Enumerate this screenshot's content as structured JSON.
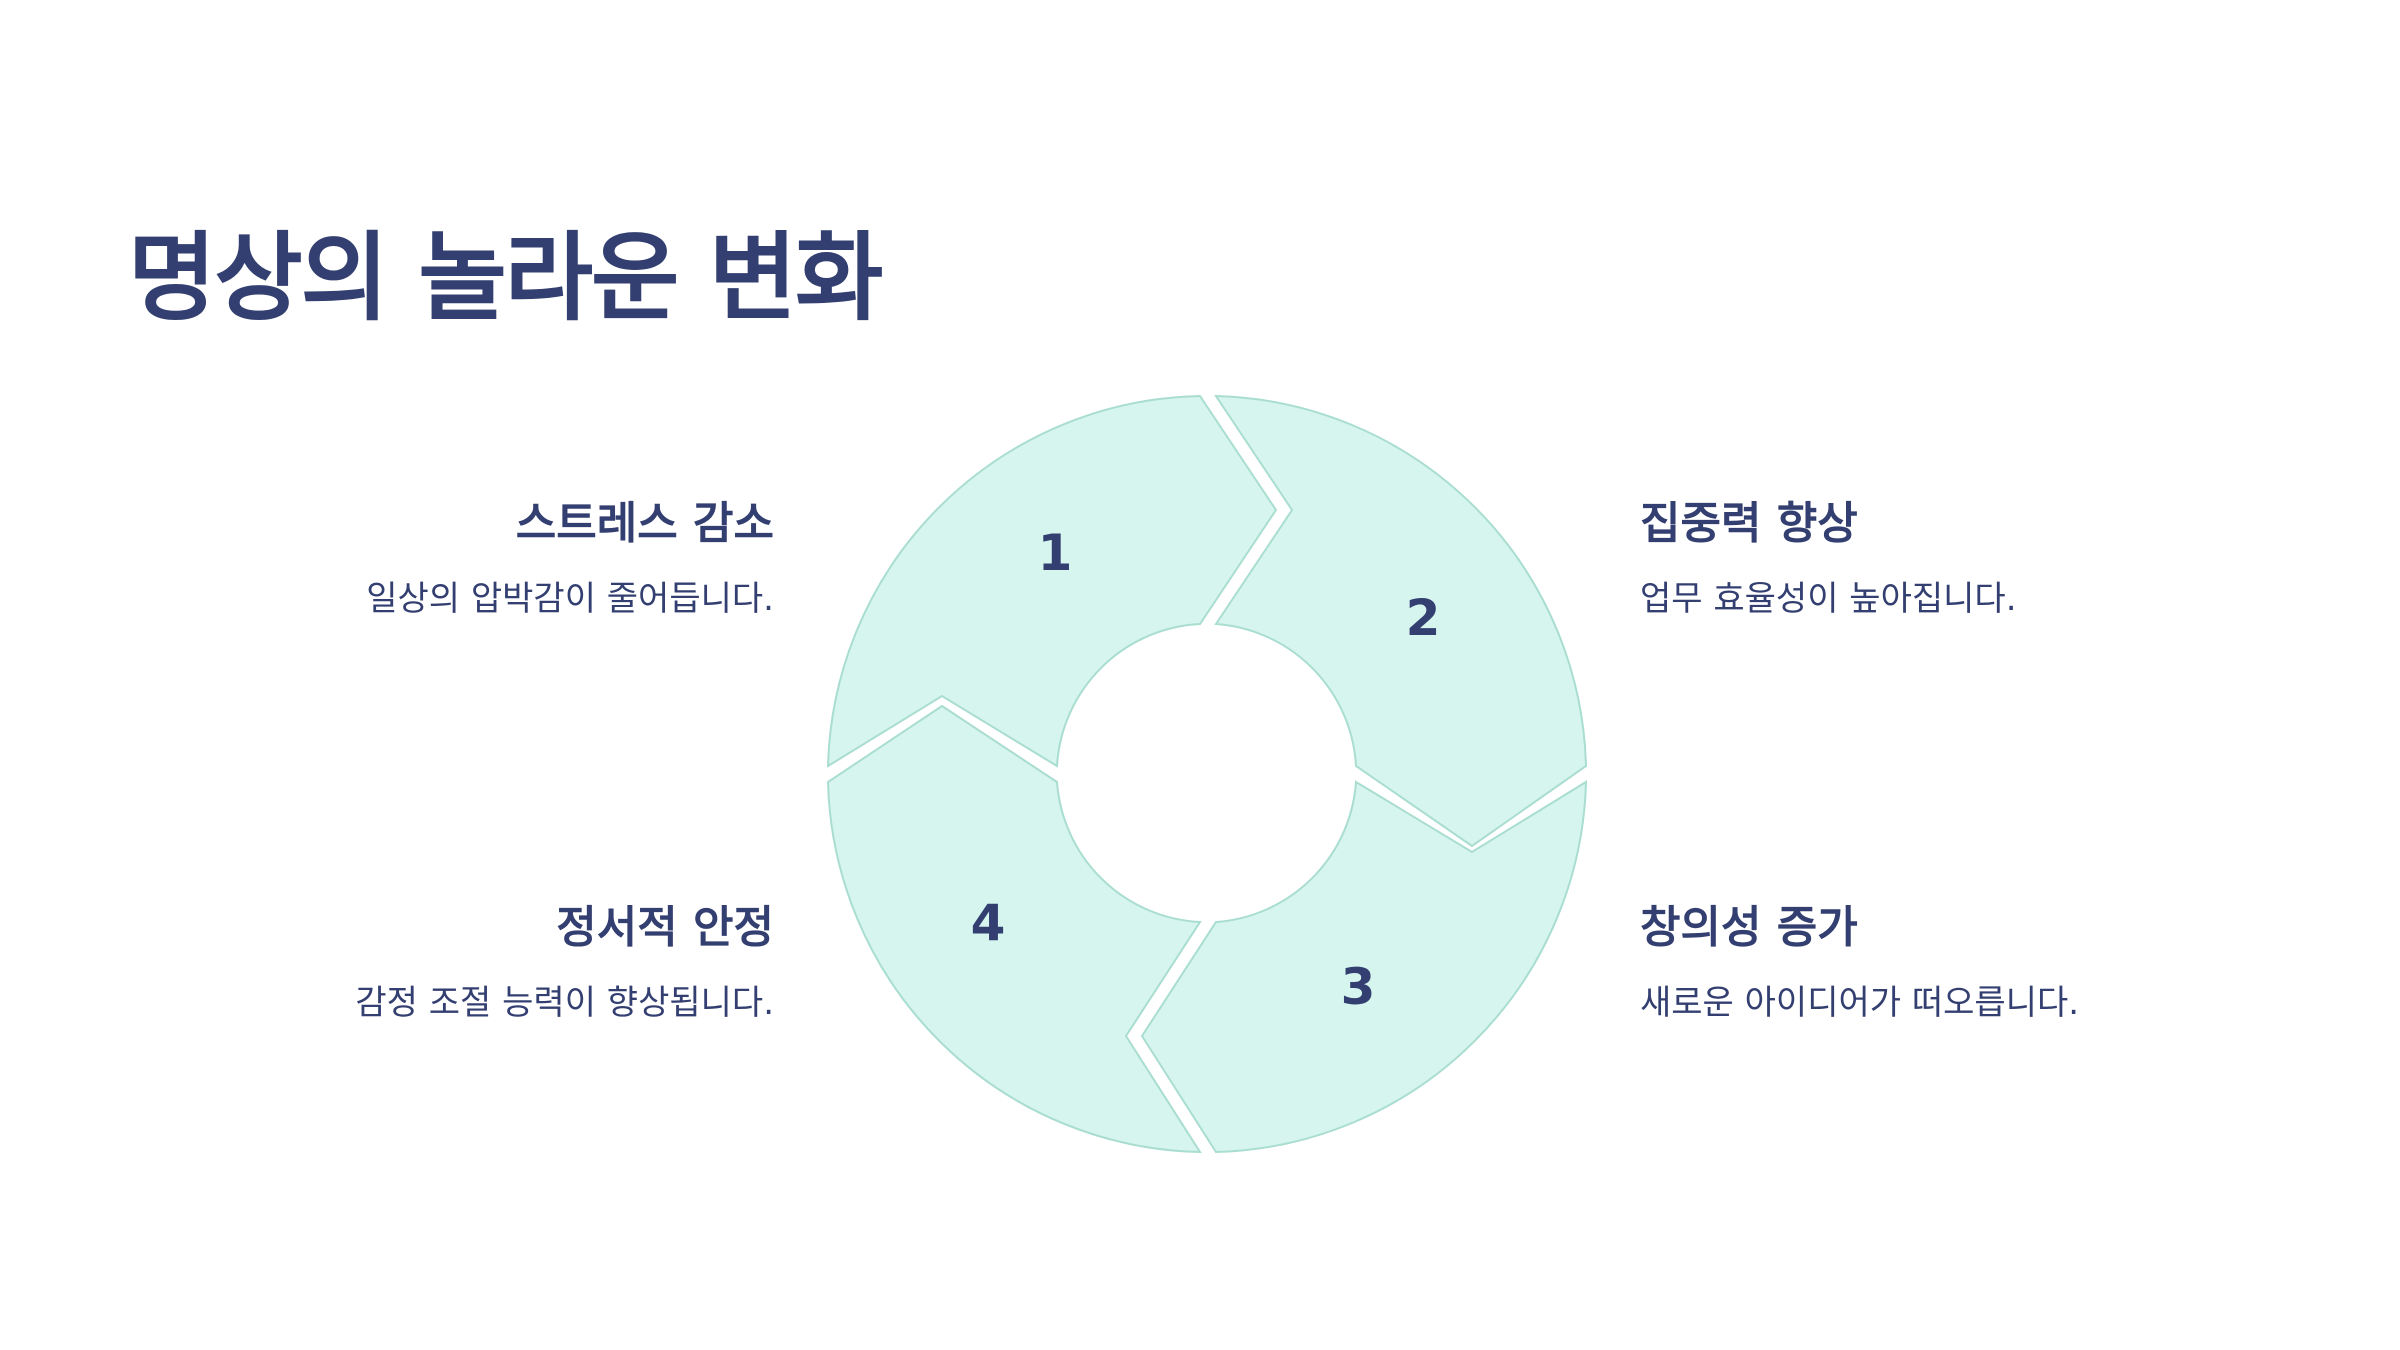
{
  "title": "명상의 놀라운 변화",
  "colors": {
    "text": "#333f70",
    "segment_fill": "#d6f5ee",
    "segment_stroke": "#a9ddd0"
  },
  "steps": [
    {
      "number": "1",
      "title": "스트레스 감소",
      "description": "일상의 압박감이 줄어듭니다."
    },
    {
      "number": "2",
      "title": "집중력 향상",
      "description": "업무 효율성이 높아집니다."
    },
    {
      "number": "3",
      "title": "창의성 증가",
      "description": "새로운 아이디어가 떠오릅니다."
    },
    {
      "number": "4",
      "title": "정서적 안정",
      "description": "감정 조절 능력이 향상됩니다."
    }
  ]
}
